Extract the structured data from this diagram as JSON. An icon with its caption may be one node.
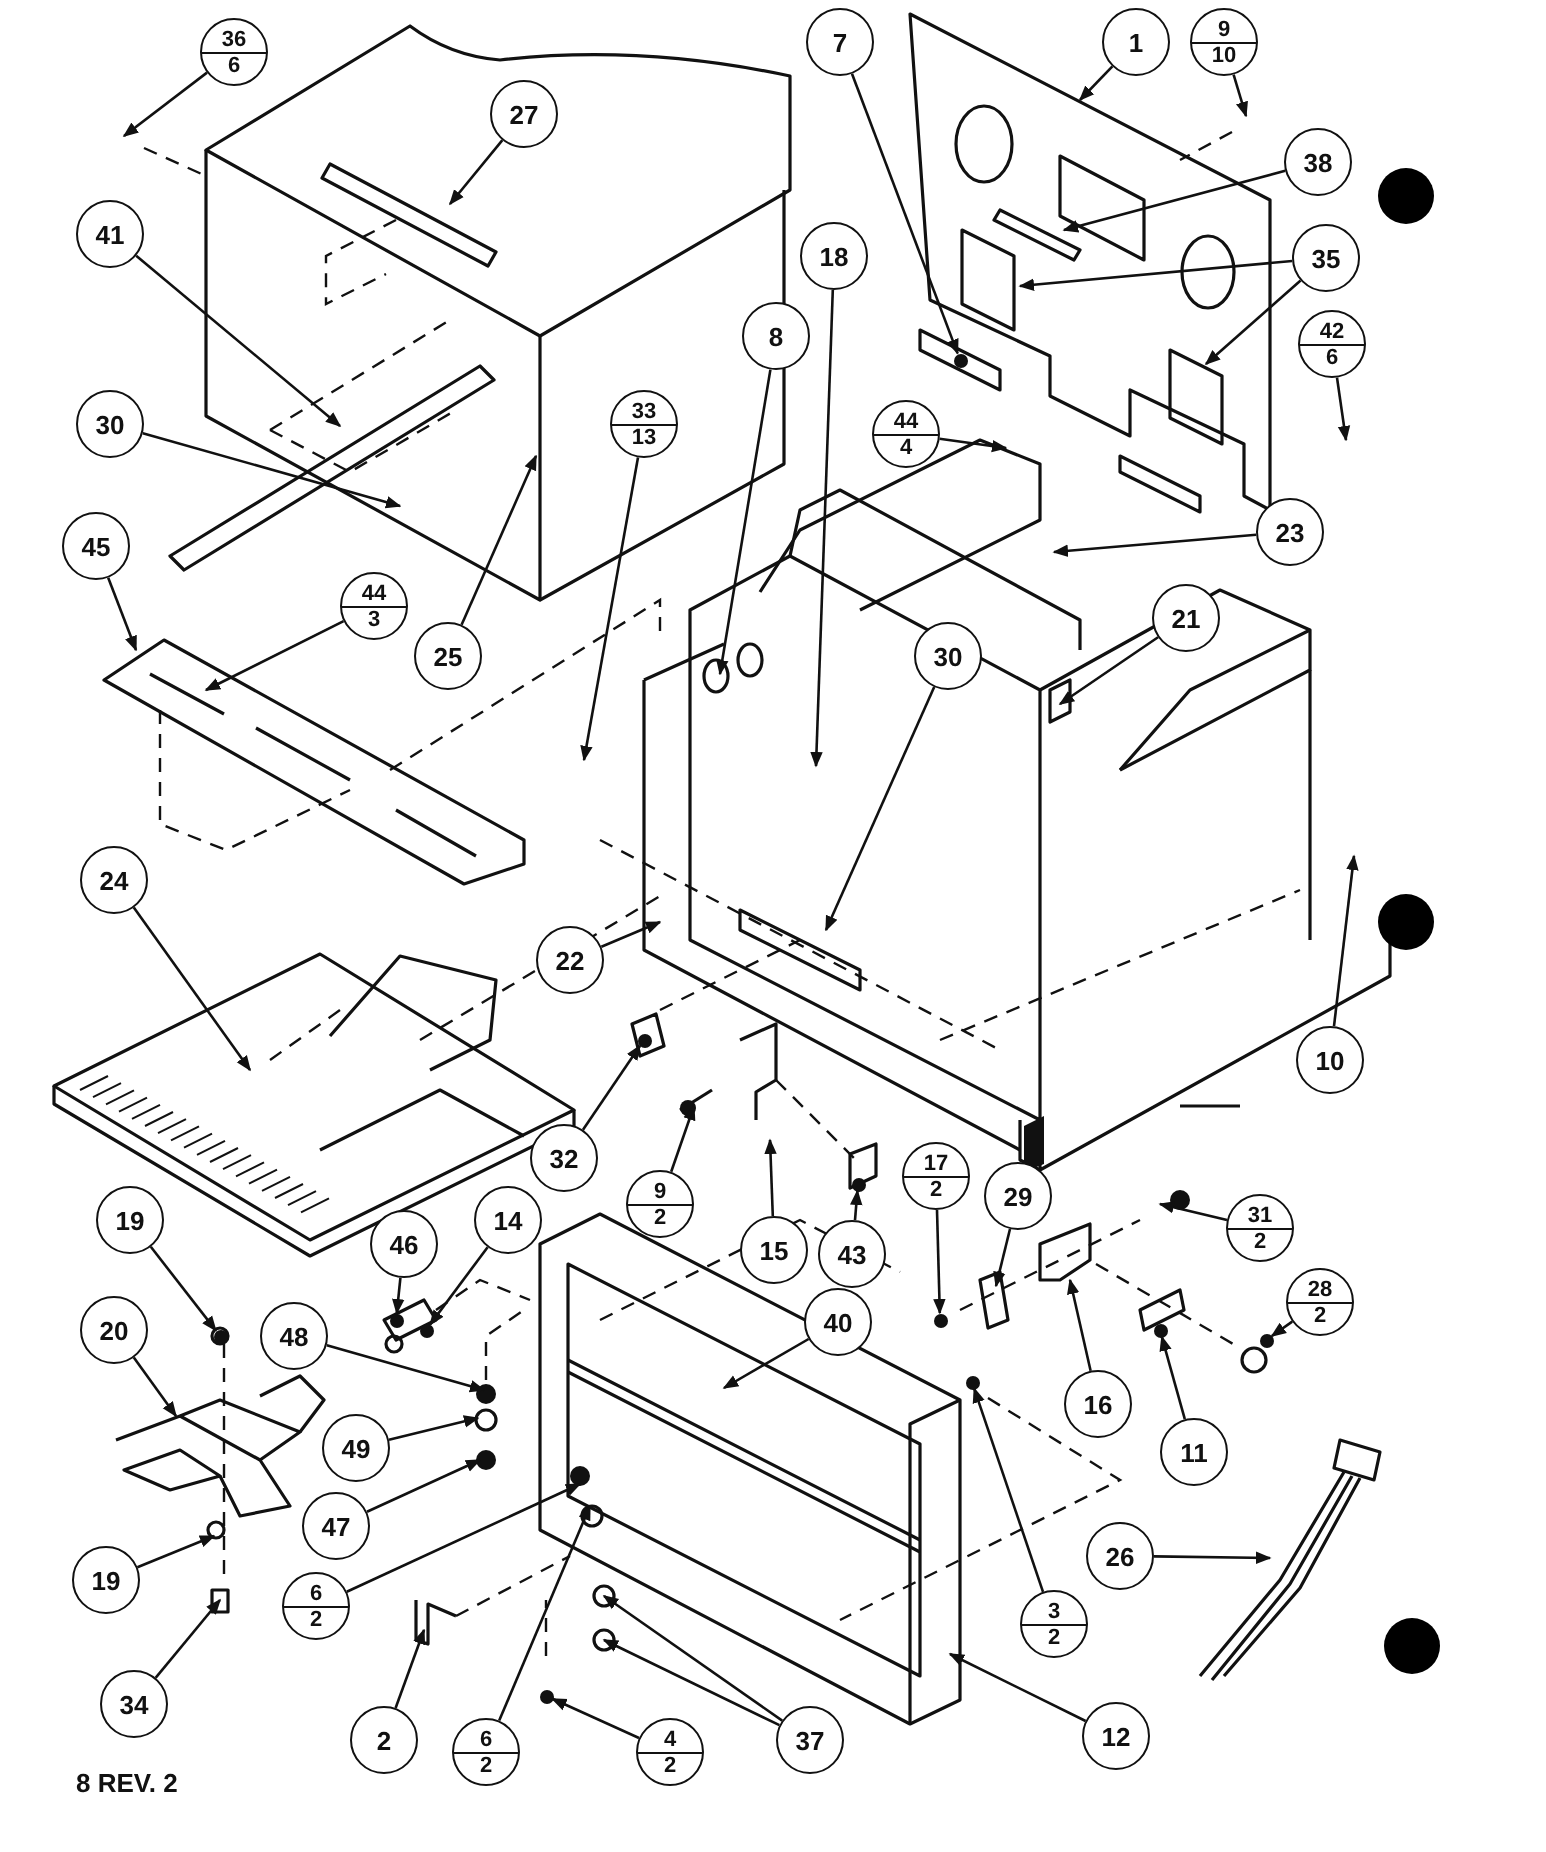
{
  "diagram": {
    "nodes": [
      {
        "text": [
          "36",
          "6"
        ]
      },
      {
        "text": [
          "27"
        ]
      },
      {
        "text": [
          "41"
        ]
      },
      {
        "text": [
          "30"
        ]
      },
      {
        "text": [
          "45"
        ]
      },
      {
        "text": [
          "44",
          "3"
        ]
      },
      {
        "text": [
          "25"
        ]
      },
      {
        "text": [
          "24"
        ]
      },
      {
        "text": [
          "33",
          "13"
        ]
      },
      {
        "text": [
          "8"
        ]
      },
      {
        "text": [
          "18"
        ]
      },
      {
        "text": [
          "7"
        ]
      },
      {
        "text": [
          "1"
        ]
      },
      {
        "text": [
          "9",
          "10"
        ]
      },
      {
        "text": [
          "38"
        ]
      },
      {
        "text": [
          "35"
        ]
      },
      {
        "text": [
          "42",
          "6"
        ]
      },
      {
        "text": [
          "44",
          "4"
        ]
      },
      {
        "text": [
          "23"
        ]
      },
      {
        "text": [
          "21"
        ]
      },
      {
        "text": [
          "30"
        ]
      },
      {
        "text": [
          "22"
        ]
      },
      {
        "text": [
          "32"
        ]
      },
      {
        "text": [
          "9",
          "2"
        ]
      },
      {
        "text": [
          "15"
        ]
      },
      {
        "text": [
          "43"
        ]
      },
      {
        "text": [
          "10"
        ]
      },
      {
        "text": [
          "17",
          "2"
        ]
      },
      {
        "text": [
          "29"
        ]
      },
      {
        "text": [
          "16"
        ]
      },
      {
        "text": [
          "11"
        ]
      },
      {
        "text": [
          "31",
          "2"
        ]
      },
      {
        "text": [
          "28",
          "2"
        ]
      },
      {
        "text": [
          "40"
        ]
      },
      {
        "text": [
          "3",
          "2"
        ]
      },
      {
        "text": [
          "26"
        ]
      },
      {
        "text": [
          "12"
        ]
      },
      {
        "text": [
          "37"
        ]
      },
      {
        "text": [
          "4",
          "2"
        ]
      },
      {
        "text": [
          "6",
          "2"
        ]
      },
      {
        "text": [
          "2"
        ]
      },
      {
        "text": [
          "6",
          "2"
        ]
      },
      {
        "text": [
          "34"
        ]
      },
      {
        "text": [
          "19"
        ]
      },
      {
        "text": [
          "47"
        ]
      },
      {
        "text": [
          "49"
        ]
      },
      {
        "text": [
          "48"
        ]
      },
      {
        "text": [
          "46"
        ]
      },
      {
        "text": [
          "14"
        ]
      },
      {
        "text": [
          "20"
        ]
      },
      {
        "text": [
          "19"
        ]
      },
      {
        "text": [],
        "shape": "circle"
      },
      {
        "text": [],
        "shape": "circle"
      },
      {
        "text": [],
        "shape": "circle"
      },
      {
        "text": [],
        "shape": "circle"
      },
      {
        "text": [],
        "shape": "circle"
      },
      {
        "text": [],
        "shape": "circle"
      },
      {
        "text": [],
        "shape": "circle"
      },
      {
        "text": [],
        "shape": "circle"
      },
      {
        "text": [],
        "shape": "circle"
      },
      {
        "text": [],
        "shape": "circle"
      },
      {
        "text": [],
        "shape": "circle"
      }
    ],
    "edges": [
      {
        "from": 0,
        "to": null,
        "arrow": "to"
      },
      {
        "from": 1,
        "to": null,
        "arrow": "to"
      },
      {
        "from": 2,
        "to": null,
        "arrow": "to"
      },
      {
        "from": 3,
        "to": null,
        "arrow": "to"
      },
      {
        "from": 4,
        "to": null,
        "arrow": "to"
      },
      {
        "from": 5,
        "to": null,
        "arrow": "to"
      },
      {
        "from": 6,
        "to": null,
        "arrow": "to"
      },
      {
        "from": 7,
        "to": null,
        "arrow": "to"
      },
      {
        "from": 8,
        "to": null,
        "arrow": "to"
      },
      {
        "from": 9,
        "to": null,
        "arrow": "to"
      },
      {
        "from": 10,
        "to": null,
        "arrow": "to"
      },
      {
        "from": 11,
        "to": 51,
        "arrow": "to"
      },
      {
        "from": 12,
        "to": null,
        "arrow": "to"
      },
      {
        "from": 13,
        "to": null,
        "arrow": "to"
      },
      {
        "from": 14,
        "to": null,
        "arrow": "to"
      },
      {
        "from": 15,
        "to": null,
        "arrow": "to"
      },
      {
        "from": 15,
        "to": null,
        "arrow": "to"
      },
      {
        "from": 16,
        "to": null,
        "arrow": "to"
      },
      {
        "from": 17,
        "to": null,
        "arrow": "to"
      },
      {
        "from": 18,
        "to": null,
        "arrow": "to"
      },
      {
        "from": 19,
        "to": null,
        "arrow": "to"
      },
      {
        "from": 20,
        "to": null,
        "arrow": "to"
      },
      {
        "from": 21,
        "to": null,
        "arrow": "to"
      },
      {
        "from": 22,
        "to": 52,
        "arrow": "to"
      },
      {
        "from": 23,
        "to": null,
        "arrow": "to"
      },
      {
        "from": 24,
        "to": null,
        "arrow": "to"
      },
      {
        "from": 25,
        "to": 53,
        "arrow": "to"
      },
      {
        "from": 26,
        "to": null,
        "arrow": "to"
      },
      {
        "from": 27,
        "to": 54,
        "arrow": "to"
      },
      {
        "from": 28,
        "to": null,
        "arrow": "to"
      },
      {
        "from": 29,
        "to": null,
        "arrow": "to"
      },
      {
        "from": 30,
        "to": 55,
        "arrow": "to"
      },
      {
        "from": 31,
        "to": null,
        "arrow": "to"
      },
      {
        "from": 32,
        "to": 56,
        "arrow": "to"
      },
      {
        "from": 33,
        "to": null,
        "arrow": "to"
      },
      {
        "from": 34,
        "to": 61,
        "arrow": "to"
      },
      {
        "from": 35,
        "to": null,
        "arrow": "to"
      },
      {
        "from": 36,
        "to": null,
        "arrow": "to"
      },
      {
        "from": 37,
        "to": null,
        "arrow": "to"
      },
      {
        "from": 37,
        "to": null,
        "arrow": "to"
      },
      {
        "from": 38,
        "to": 57,
        "arrow": "to"
      },
      {
        "from": 39,
        "to": null,
        "arrow": "to"
      },
      {
        "from": 40,
        "to": null,
        "arrow": "to"
      },
      {
        "from": 41,
        "to": null,
        "arrow": "to"
      },
      {
        "from": 42,
        "to": null,
        "arrow": "to"
      },
      {
        "from": 43,
        "to": null,
        "arrow": "to"
      },
      {
        "from": 44,
        "to": null,
        "arrow": "to"
      },
      {
        "from": 45,
        "to": null,
        "arrow": "to"
      },
      {
        "from": 46,
        "to": null,
        "arrow": "to"
      },
      {
        "from": 47,
        "to": 58,
        "arrow": "to"
      },
      {
        "from": 48,
        "to": 59,
        "arrow": "to"
      },
      {
        "from": 49,
        "to": null,
        "arrow": "to"
      },
      {
        "from": 50,
        "to": 60,
        "arrow": "to"
      }
    ],
    "labels": [
      "8 REV. 2"
    ]
  }
}
